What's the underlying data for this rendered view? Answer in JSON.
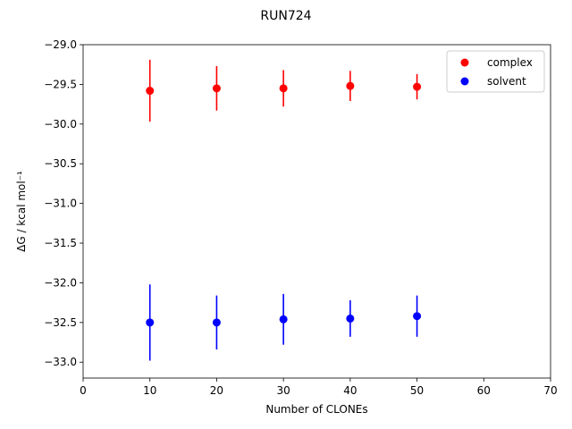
{
  "chart_data": {
    "type": "scatter",
    "title": "RUN724",
    "xlabel": "Number of CLONEs",
    "ylabel": "ΔG / kcal mol⁻¹",
    "xlim": [
      0,
      70
    ],
    "ylim": [
      -33.2,
      -29.0
    ],
    "xticks": [
      0,
      10,
      20,
      30,
      40,
      50,
      60,
      70
    ],
    "yticks": [
      -29.0,
      -29.5,
      -30.0,
      -30.5,
      -31.0,
      -31.5,
      -32.0,
      -32.5,
      -33.0
    ],
    "grid": false,
    "legend_position": "top-right",
    "series": [
      {
        "name": "complex",
        "color": "#ff0000",
        "x": [
          10,
          20,
          30,
          40,
          50
        ],
        "y": [
          -29.58,
          -29.55,
          -29.55,
          -29.52,
          -29.53
        ],
        "yerr": [
          0.39,
          0.28,
          0.23,
          0.19,
          0.16
        ]
      },
      {
        "name": "solvent",
        "color": "#0000ff",
        "x": [
          10,
          20,
          30,
          40,
          50
        ],
        "y": [
          -32.5,
          -32.5,
          -32.46,
          -32.45,
          -32.42
        ],
        "yerr": [
          0.48,
          0.34,
          0.32,
          0.23,
          0.26
        ]
      }
    ]
  }
}
